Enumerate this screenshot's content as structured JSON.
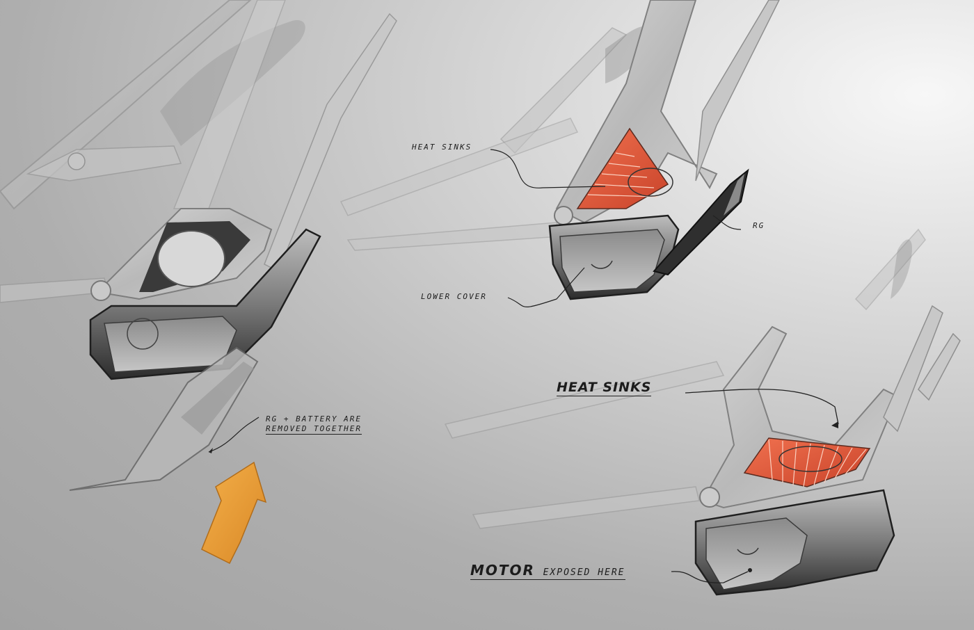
{
  "annotations": {
    "heat_sinks_upper": "HEAT SINKS",
    "rg_label": "RG",
    "lower_cover": "LOWER COVER",
    "heat_sinks_lower": "HEAT SINKS",
    "removed_line1": "RG + BATTERY ARE",
    "removed_line2": "REMOVED TOGETHER",
    "motor_exposed_bold": "MOTOR",
    "motor_exposed_rest": "EXPOSED HERE"
  },
  "colors": {
    "background": "#a8a8a8",
    "frame": "#c9c9c9",
    "frame_outline": "#8e8e8e",
    "shell_dark": "#2a2a2a",
    "heat_sink": "#e8583a",
    "arrow": "#f0a33a",
    "ink": "#1c1c1c"
  }
}
